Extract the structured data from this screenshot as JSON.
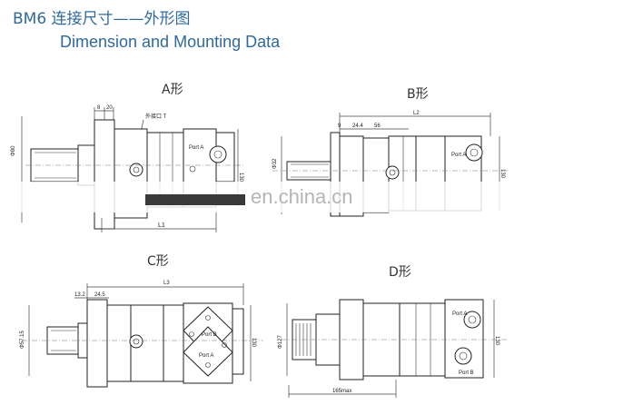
{
  "header": {
    "title_cn": "BM6 连接尺寸——外形图",
    "title_en": "Dimension and Mounting Data"
  },
  "views": {
    "a": {
      "label": "A形",
      "dims": {
        "d1": "8",
        "d2": "20",
        "length": "L1",
        "height": "130",
        "shaft": "Φ80"
      },
      "note": "外接口 T",
      "port": "Port A"
    },
    "b": {
      "label": "B形",
      "dims": {
        "d1": "9",
        "d2": "24.4",
        "d3": "56",
        "length": "L2",
        "height": "130",
        "shaft": "Φ32"
      },
      "port": "Port A"
    },
    "c": {
      "label": "C形",
      "dims": {
        "d1": "13.2",
        "d2": "24.5",
        "length": "L3",
        "height": "130",
        "shaft": "Φ57.15"
      },
      "port_a": "Port A",
      "port_b": "Port B"
    },
    "d": {
      "label": "D形",
      "dims": {
        "length": "165max",
        "height": "130",
        "shaft": "Φ127"
      },
      "port_a": "Port A",
      "port_b": "Port B"
    }
  },
  "watermark": "en.china.cn"
}
